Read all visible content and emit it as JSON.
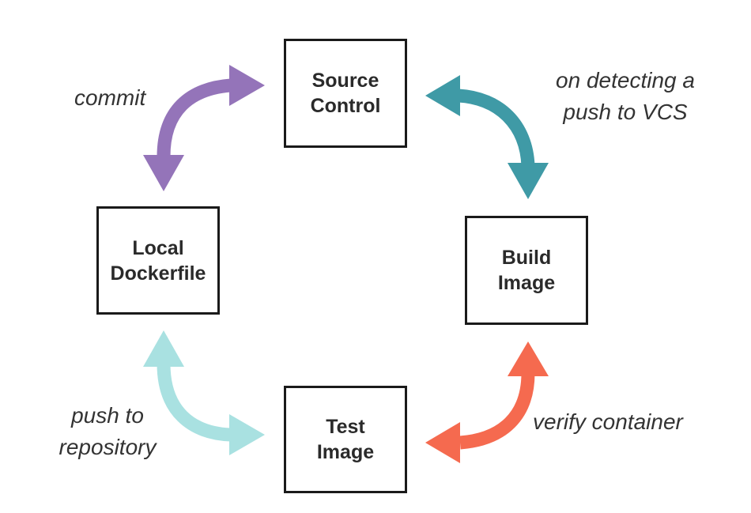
{
  "nodes": {
    "source_control": "Source\nControl",
    "build_image": "Build\nImage",
    "test_image": "Test\nImage",
    "local_dockerfile": "Local\nDockerfile"
  },
  "edges": {
    "commit": "commit",
    "on_push": "on detecting a\npush to VCS",
    "verify": "verify container",
    "push_repo": "push to\nrepository"
  },
  "colors": {
    "commit_arrow": "#9474b9",
    "push_vcs_arrow": "#3f9aa6",
    "verify_arrow": "#f56a4f",
    "push_repo_arrow": "#a9e1e1"
  }
}
